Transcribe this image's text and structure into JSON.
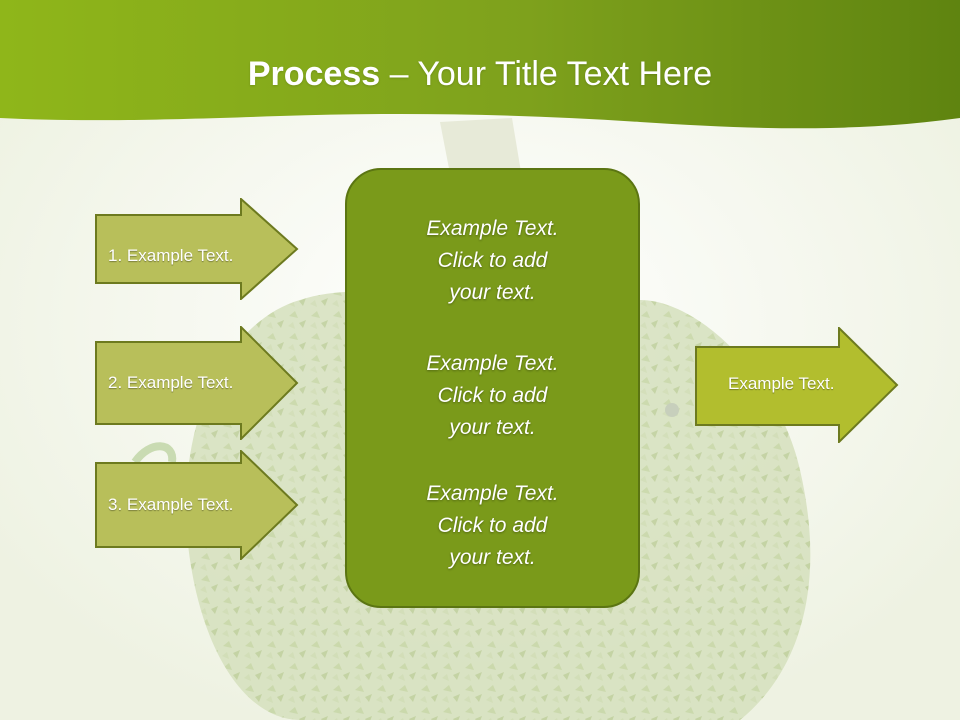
{
  "slide": {
    "title_bold": "Process",
    "title_rest": " – Your Title Text Here",
    "left_arrows": [
      {
        "label": "1. Example Text."
      },
      {
        "label": "2. Example Text."
      },
      {
        "label": "3. Example Text."
      }
    ],
    "center_box": {
      "items": [
        {
          "lines": [
            "Example Text.",
            "Click  to add",
            "your text."
          ]
        },
        {
          "lines": [
            "Example Text.",
            "Click  to add",
            "your text."
          ]
        },
        {
          "lines": [
            "Example Text.",
            "Click  to add",
            "your text."
          ]
        }
      ]
    },
    "right_arrow": {
      "label": "Example Text."
    }
  },
  "colors": {
    "header_green": "#8aae1e",
    "header_dark": "#5f8410",
    "left_arrow_fill": "#b8bf5a",
    "left_arrow_stroke": "#6d7a1f",
    "center_fill": "#7a9a1a",
    "right_arrow_fill": "#b2be2e"
  }
}
